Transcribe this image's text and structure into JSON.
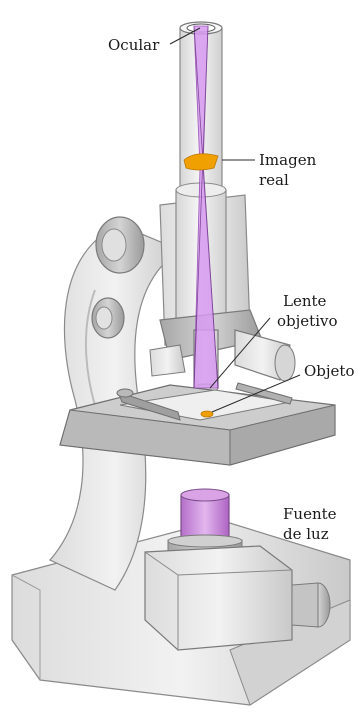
{
  "labels": {
    "ocular": "Ocular",
    "imagen_line1": "Imagen",
    "imagen_line2": "real",
    "lente_line1": "Lente",
    "lente_line2": "objetivo",
    "objeto": "Objeto",
    "fuente_line1": "Fuente",
    "fuente_line2": "de luz"
  },
  "colors": {
    "body_light": "#e9e9e9",
    "body_mid": "#cfcfcf",
    "body_dark": "#a9a9a9",
    "outline": "#7a7a7a",
    "ray": "#c879e6",
    "ray_dark": "#8e3fae",
    "image": "#f0a000",
    "light_source": "#c98ad8"
  }
}
